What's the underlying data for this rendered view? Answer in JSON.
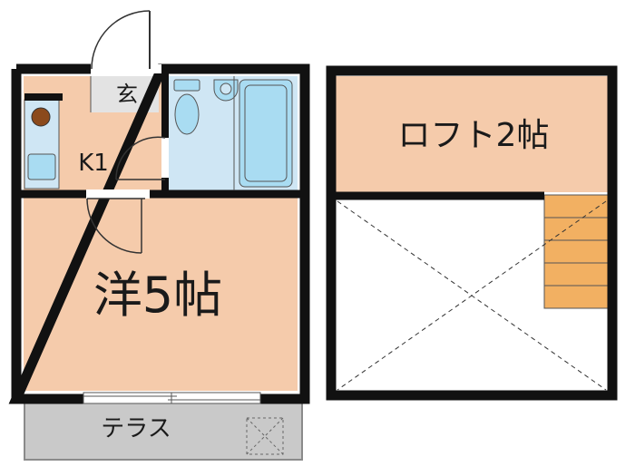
{
  "floor_plan": {
    "rooms": {
      "genkan": "玄",
      "kitchen": "K1",
      "western_room": "洋5帖",
      "loft": "ロフト2帖",
      "terrace": "テラス"
    },
    "colors": {
      "room_fill": "#f5cbab",
      "bath_fill": "#cfe6f4",
      "fixture_fill": "#a9dcf2",
      "wall": "#111111",
      "terrace_fill": "#c9c9c9",
      "stair_fill": "#f2b062",
      "genkan_floor": "#e3e3e3"
    }
  }
}
